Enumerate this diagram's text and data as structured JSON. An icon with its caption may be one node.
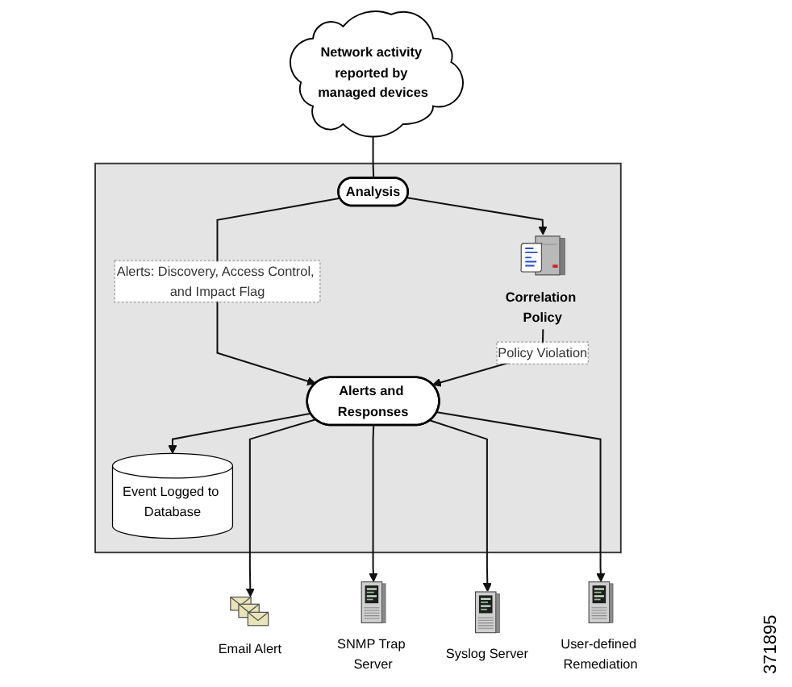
{
  "diagram": {
    "nodes": [
      {
        "text": [
          "Network activity reported by managed devices"
        ]
      },
      {
        "text": [],
        "shape": "box"
      },
      {
        "text": [
          "Analysis"
        ],
        "in": 1
      },
      {
        "text": [
          "Alerts and Responses"
        ],
        "in": 1
      },
      {
        "text": [
          "Event Logged to Database"
        ],
        "in": 1
      },
      {
        "text": [
          "Correlation Policy"
        ],
        "in": 1
      },
      {
        "text": [
          "Email Alert"
        ]
      },
      {
        "text": [
          "SNMP Trap Server"
        ]
      },
      {
        "text": [
          "Syslog Server"
        ]
      },
      {
        "text": [
          "User-defined Remediation"
        ]
      }
    ],
    "edges": [
      {
        "from": 0,
        "to": 2,
        "arrow": "none"
      },
      {
        "from": 2,
        "to": 3,
        "arrow": "to",
        "label": "Alerts: Discovery, Access Control, and Impact Flag"
      },
      {
        "from": 2,
        "to": 5,
        "arrow": "to"
      },
      {
        "from": 5,
        "to": 3,
        "arrow": "to",
        "label": "Policy Violation"
      },
      {
        "from": 3,
        "to": 4,
        "arrow": "to"
      },
      {
        "from": 3,
        "to": 6,
        "arrow": "to"
      },
      {
        "from": 3,
        "to": 7,
        "arrow": "to"
      },
      {
        "from": 3,
        "to": 8,
        "arrow": "to"
      },
      {
        "from": 3,
        "to": 9,
        "arrow": "to"
      }
    ],
    "labels": [
      "371895"
    ]
  }
}
